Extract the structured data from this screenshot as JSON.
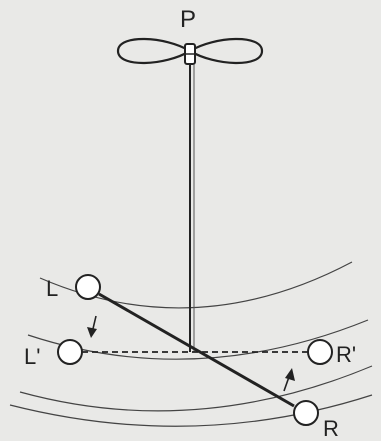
{
  "diagram": {
    "labels": {
      "p": "P",
      "l": "L",
      "l_prime": "L'",
      "r_prime": "R'",
      "r": "R"
    },
    "colors": {
      "ink": "#222222",
      "background": "#e9e9e7"
    }
  }
}
